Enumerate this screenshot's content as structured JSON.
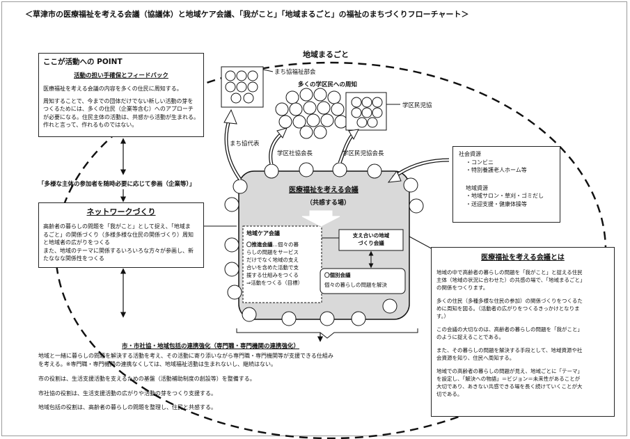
{
  "title": "＜草津市の医療福祉を考える会議（協議体）と地域ケア会議、「我がこと」「地域まるごと」の福祉のまちづくりフローチャート＞",
  "chiiki_marugoto": "地域まるごと",
  "point_box": {
    "heading": "ここが活動への POINT",
    "subheading": "活動の担い手確保とフィードバック",
    "lines": [
      "医療福祉を考える会議の内容を多くの住民に周知する。",
      "周知することで、今までの団体だけでない新しい活動の芽を",
      "つくるためには、多くの住民（企業等含む）へのアプローチ",
      "が必要になる。住民主体の活動は、共感から活動が生まれる。",
      "作れと言って、作れるものではない。"
    ]
  },
  "participation_note": "「多様な主体の参加者を随時必要に応じて参画（企業等）」",
  "network_box": {
    "heading": "ネットワークづくり",
    "lines": [
      "高齢者の暮らしの問題を「我がこと」として捉え、「地域ま",
      "るごと」の関係づくり（多様多様な住民の関係づくり）周知",
      "と地域者の広がりをつくる",
      "また、地域のテーマに関係するいろいろな方々が参画し、新",
      "たななな関係性をつくる"
    ]
  },
  "labels": {
    "machi_fukushi_bukai": "まち協福祉部会",
    "jumin_shuchi": "多くの学区民への周知",
    "gakku_minjikyo": "学区民児協",
    "machi_daihyo": "まち協代表",
    "gakku_shakyo_kaicho": "学区社協会長",
    "gakku_minkyo_kaicho": "学区民児協会長"
  },
  "resources": {
    "social_heading": "社会資源",
    "social_items": [
      "・コンビニ",
      "・特別養護老人ホーム等"
    ],
    "area_heading": "地域資源",
    "area_items": [
      "・地域サロン・草刈・ゴミだし",
      "・送迎支援・健康体操等"
    ]
  },
  "council": {
    "title": "医療福祉を考える会議",
    "subtitle": "（共感する場）"
  },
  "care_meeting": {
    "heading": "地域ケア会議",
    "suishin_label": "〇推進会議",
    "suishin_lines": [
      "…個々の暮",
      "らしの問題をサービス",
      "だけでなく地域の支え",
      "合いを含めた活動で支",
      "援する仕組みをつくる",
      "⇒活動をつくる（目標）"
    ]
  },
  "sasaeai": {
    "line1": "支え合いの地域",
    "line2": "づくり会議"
  },
  "kobetsu": {
    "heading": "〇個別会議",
    "text": "個々の暮らしの問題を解決"
  },
  "cooperation": {
    "heading": "市・市社協・地域包括の連携強化（専門職・専門機関の連携強化）",
    "paragraphs": [
      "地域と一緒に暮らしの問題を解決する活動を考え、その活動に寄り添いながら専門職・専門機関等が支援できる仕組み",
      "を考える。※専門職・専門機関の連携なくしては、地域福祉活動は生まれないし、継続はない。",
      "市の役割は、生活支援活動を支えるための基盤（活動補助制度の創設等）を整備する。",
      "市社協の役割は、生活支援活動の広がりや活動の芽をつくり支援する。",
      "地域包括の役割は、高齢者の暮らしの問題を整理し、住民と共感する。"
    ]
  },
  "explain_box": {
    "heading": "医療福祉を考える会議とは",
    "paragraphs": [
      [
        "地域の中で高齢者の暮らしの問題を「我がこと」と捉える住民",
        "主体（地域の状況に合わせた）の共感の場で、「地域まるごと」",
        "の関係をつくります。"
      ],
      [
        "多くの住民（多種多様な住民の参加）の関係づくりをつくるた",
        "めに周知を図る。（活動者の広がりをつくるきっかけとなりま",
        "す。）"
      ],
      [
        "この会議の大切なのは、高齢者の暮らしの問題を「我がこと」",
        "のように捉えることである。"
      ],
      [
        "また、その暮らしの問題を解決する手段として、地域資源や社",
        "会資源を知り、住民へ周知する。"
      ],
      [
        "地域での高齢者の暮らしの問題が見え、地域ごとに「テーマ」",
        "を設定し、「解決への物語」＝ビジョン＝未来性があることが",
        "大切であり、あきない共感できる場を長く続けていくことが大",
        "切である。"
      ]
    ]
  }
}
